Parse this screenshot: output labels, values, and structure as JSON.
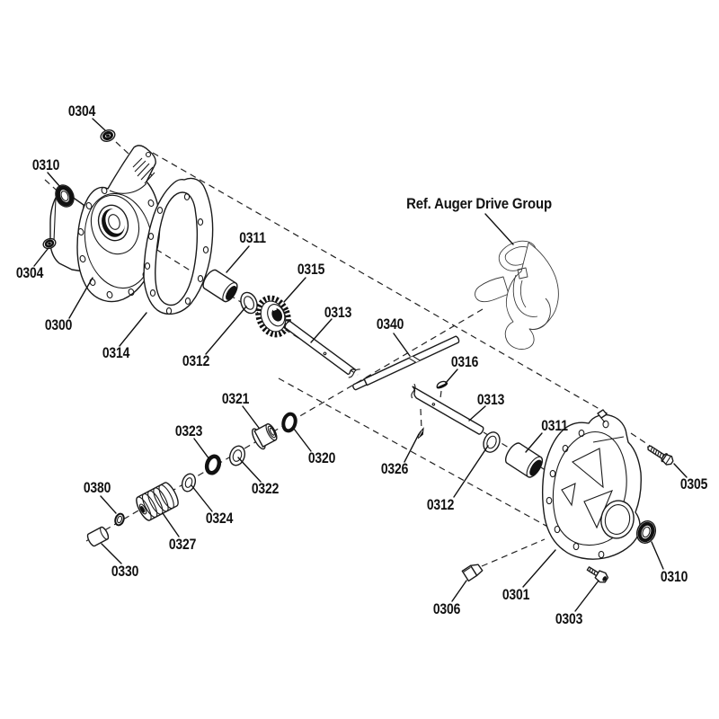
{
  "diagram": {
    "type": "exploded-parts-diagram",
    "subject": "Auger gearbox assembly",
    "ref_note": "Ref. Auger Drive Group",
    "colors": {
      "line": "#1a1a1a",
      "background": "#ffffff"
    },
    "part_labels": {
      "p0304_top": "0304",
      "p0310_left": "0310",
      "p0304_left": "0304",
      "p0300": "0300",
      "p0314": "0314",
      "p0311_top": "0311",
      "p0315": "0315",
      "p0313_top": "0313",
      "p0340": "0340",
      "p0312_top": "0312",
      "p0316": "0316",
      "p0313_bottom": "0313",
      "p0311_bottom": "0311",
      "p0326": "0326",
      "p0312_bottom": "0312",
      "p0321": "0321",
      "p0320": "0320",
      "p0323": "0323",
      "p0322": "0322",
      "p0324": "0324",
      "p0380": "0380",
      "p0327": "0327",
      "p0330": "0330",
      "p0305": "0305",
      "p0310_right": "0310",
      "p0301": "0301",
      "p0306": "0306",
      "p0303": "0303"
    }
  }
}
